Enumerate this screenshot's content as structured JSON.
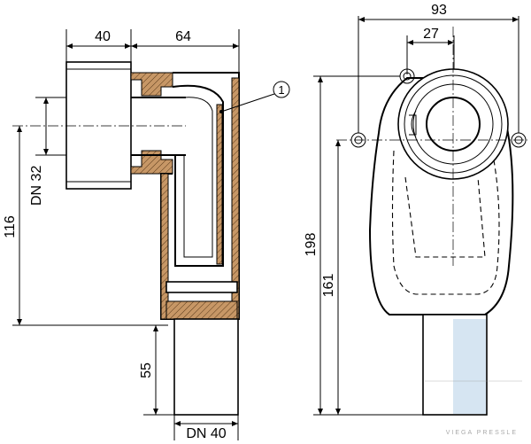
{
  "dimensions": {
    "side_top_left": "40",
    "side_top_right": "64",
    "height_116": "116",
    "dn32": "DN 32",
    "height_55": "55",
    "dn40": "DN 40",
    "front_width_93": "93",
    "front_width_27": "27",
    "height_198": "198",
    "height_161": "161"
  },
  "callouts": {
    "callout_1": "1"
  },
  "watermark": "VIEGA PRESSLE"
}
